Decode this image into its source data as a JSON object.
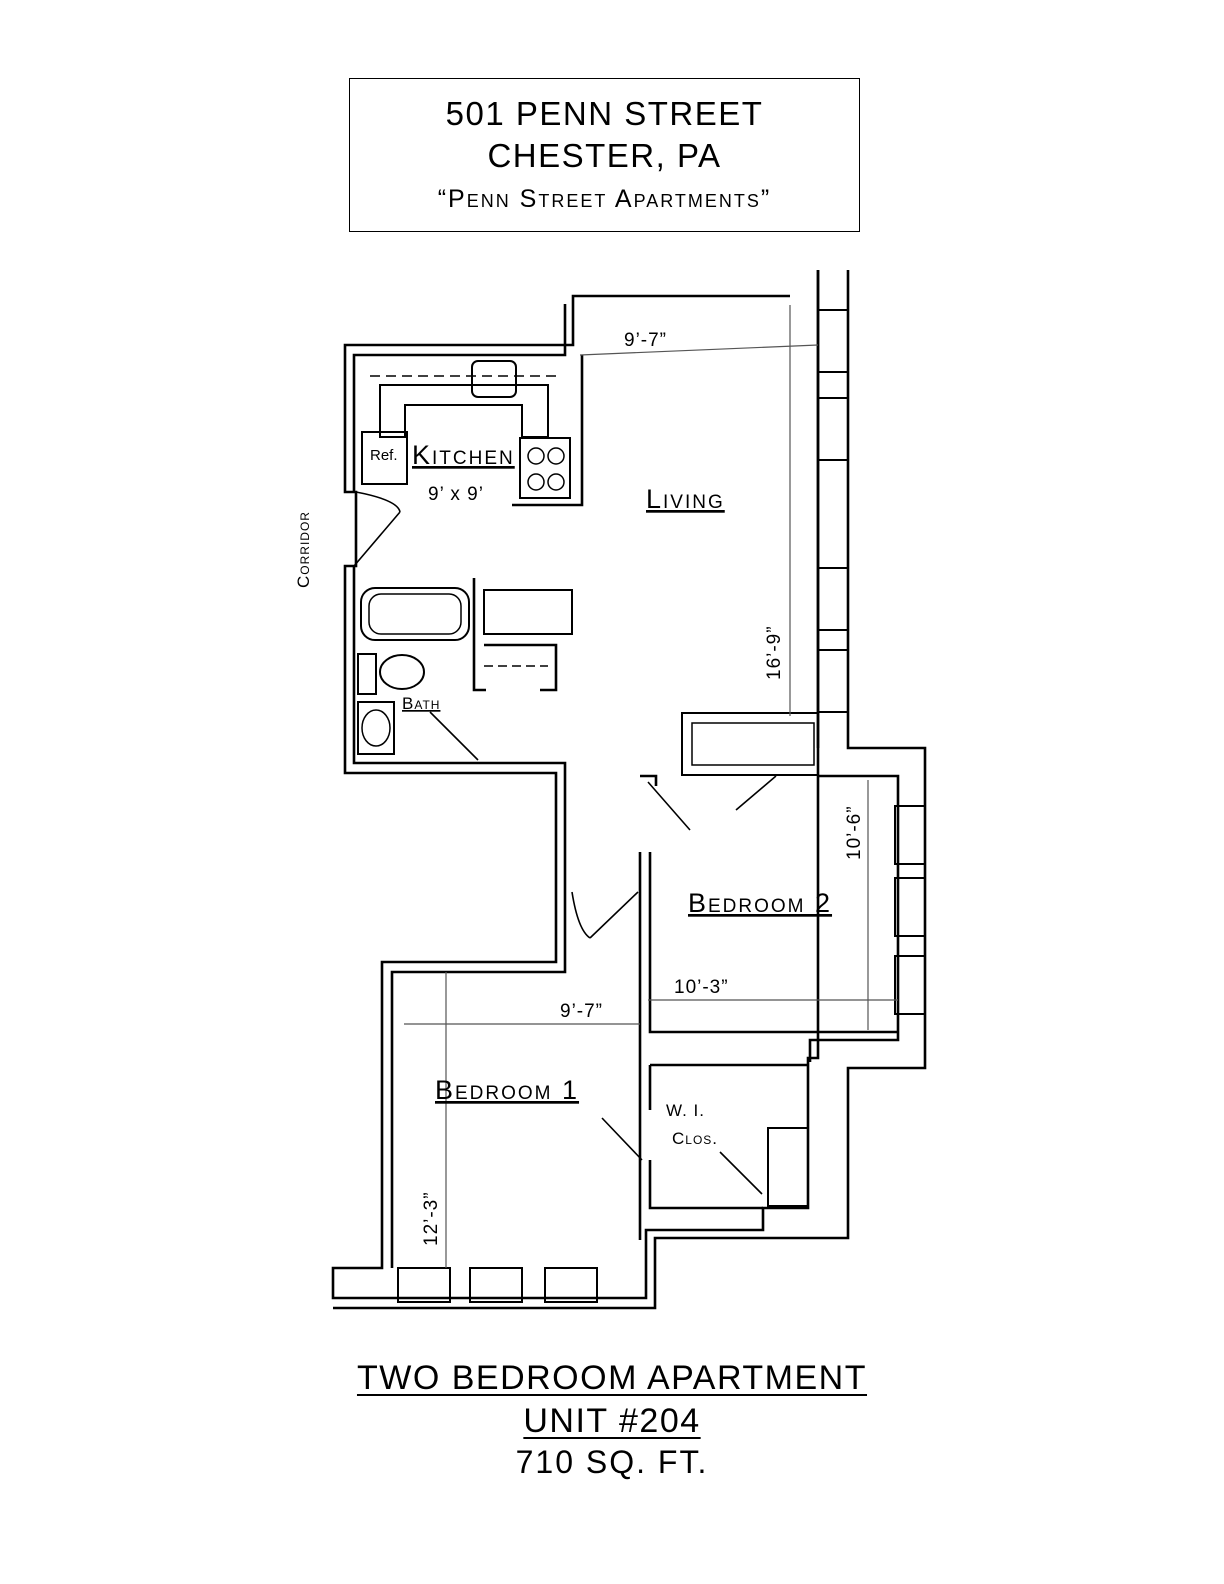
{
  "header": {
    "line1": "501 PENN STREET",
    "line2": "CHESTER, PA",
    "line3": "“Penn Street Apartments”"
  },
  "rooms": {
    "kitchen": "Kitchen",
    "kitchen_size": "9’ x 9’",
    "refrigerator": "Ref.",
    "living": "Living",
    "bath": "Bath",
    "bedroom2": "Bedroom 2",
    "bedroom1": "Bedroom 1",
    "closet_line1": "W. I.",
    "closet_line2": "Clos.",
    "corridor": "Corridor"
  },
  "dimensions": {
    "living_width": "9’-7”",
    "living_length": "16’-9”",
    "bedroom2_length": "10’-6”",
    "bedroom2_width": "10’-3”",
    "bedroom1_width": "9’-7”",
    "bedroom1_length": "12’-3”"
  },
  "footer": {
    "line1": "TWO BEDROOM APARTMENT",
    "line2": "UNIT #204",
    "line3": "710 SQ. FT."
  }
}
